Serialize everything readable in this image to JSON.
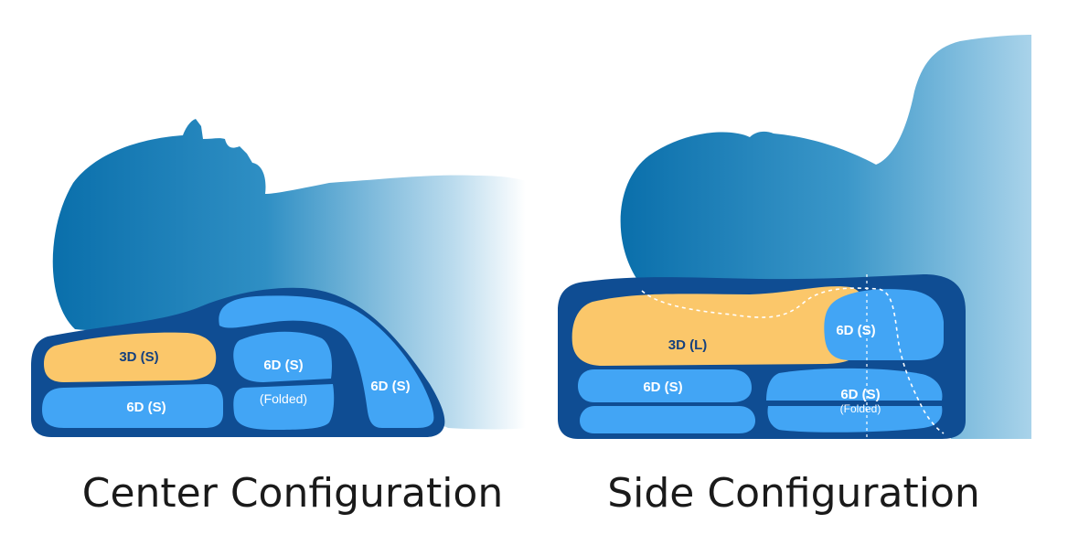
{
  "colors": {
    "head_dark": "#0a6fab",
    "head_light": "#a9d3ea",
    "pillow_case": "#0f4d93",
    "foam_6d": "#42a5f5",
    "foam_3d": "#fbc76a",
    "label_dark": "#14407e",
    "label_light": "#ffffff"
  },
  "center": {
    "title": "Center Configuration",
    "segments": {
      "top_left": "3D (S)",
      "bottom_left": "6D (S)",
      "middle_top": "6D (S)",
      "middle_folded": "(Folded)",
      "right": "6D (S)"
    }
  },
  "side": {
    "title": "Side Configuration",
    "segments": {
      "top_long": "3D (L)",
      "top_right": "6D (S)",
      "bottom_left": "6D (S)",
      "bottom_right": "6D (S)",
      "bottom_right_folded": "(Folded)"
    }
  }
}
